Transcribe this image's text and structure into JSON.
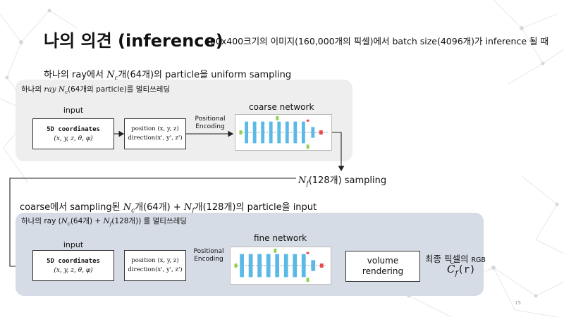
{
  "slide": {
    "title": "나의 의견 (inference)",
    "subtitle": "400x400크기의 이미지(160,000개의 픽셀)에서 batch size(4096개)가 inference 될 때",
    "page_number": "15"
  },
  "coarse_stage": {
    "heading_prefix": "하나의 ray에서 ",
    "heading_sym": "N",
    "heading_sub": "c",
    "heading_suffix": "개(64개)의 particle을 uniform sampling",
    "panel_prefix": "하나의 ",
    "panel_ray": "ray N",
    "panel_sub": "c",
    "panel_suffix": "(64개의 particle)를 멀티쓰레딩",
    "input_label": "input",
    "coords_title": "5D coordinates",
    "coords_symbols": "(x, y, z, θ, φ)",
    "pos_line1": "position (x, y, z)",
    "pos_line2": "direction(x', y', z')",
    "encoding_line1": "Positional",
    "encoding_line2": "Encoding",
    "network_label": "coarse network"
  },
  "sampling": {
    "sym": "N",
    "sub": "f",
    "text": "(128개) sampling"
  },
  "fine_stage": {
    "heading_a": "coarse에서 sampling된 ",
    "heading_sub1": "c",
    "heading_b": "개(64개) + ",
    "heading_sub2": "f",
    "heading_c": "개(128개)의 particle을 input",
    "panel_a": "하나의 ray (",
    "panel_sub1": "c",
    "panel_b": "(64개) + ",
    "panel_sub2": "f",
    "panel_c": "(128개)) 를 멀티쓰레딩",
    "input_label": "input",
    "coords_title": "5D coordinates",
    "coords_symbols": "(x, y, z, θ, φ)",
    "pos_line1": "position (x, y, z)",
    "pos_line2": "direction(x', y', z')",
    "encoding_line1": "Positional",
    "encoding_line2": "Encoding",
    "network_label": "fine network",
    "volume_line1": "volume",
    "volume_line2": "rendering",
    "final_prefix": "최종 픽셀의 ",
    "final_small": "RGB",
    "output_symbol": "Ĉ",
    "output_sub": "f",
    "output_arg": "(r)"
  },
  "colors": {
    "top_panel": "#eeeeee",
    "bottom_panel": "#d6dce5",
    "layer_blue": "#5bb9e8",
    "layer_red": "#e8474b",
    "layer_green": "#8fd14f"
  }
}
